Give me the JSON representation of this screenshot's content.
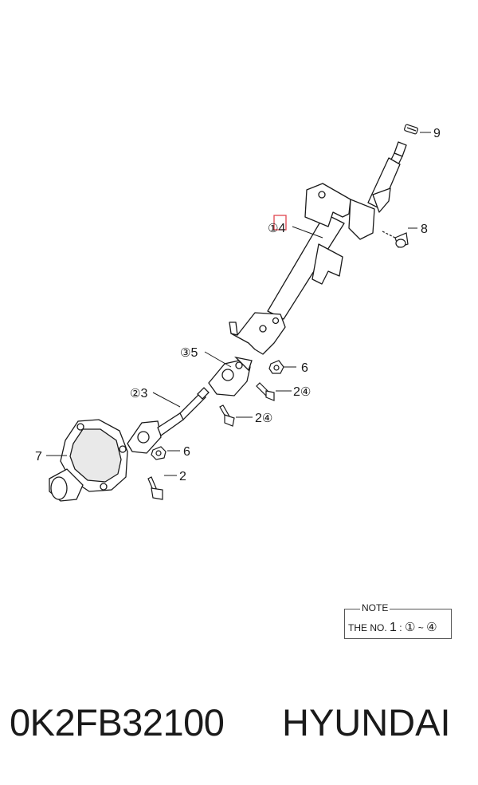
{
  "callouts": [
    {
      "id": "c9",
      "num": "9"
    },
    {
      "id": "c8",
      "num": "8"
    },
    {
      "id": "c14",
      "circ": "①",
      "num": "4"
    },
    {
      "id": "c35",
      "circ": "③",
      "num": "5"
    },
    {
      "id": "c6a",
      "num": "6"
    },
    {
      "id": "c24a",
      "num": "2",
      "circ": "④"
    },
    {
      "id": "c23",
      "circ": "②",
      "num": "3"
    },
    {
      "id": "c24b",
      "num": "2",
      "circ": "④"
    },
    {
      "id": "c7",
      "num": "7"
    },
    {
      "id": "c6b",
      "num": "6"
    },
    {
      "id": "c2",
      "num": "2"
    }
  ],
  "note": {
    "title": "NOTE",
    "prefix": "THE NO.",
    "number": "1",
    "colon": ":",
    "range_start": "①",
    "tilde": "~",
    "range_end": "④"
  },
  "footer": {
    "part_number": "0K2FB32100",
    "brand": "HYUNDAI"
  },
  "colors": {
    "line": "#1a1a1a",
    "highlight": "#e0454f"
  }
}
